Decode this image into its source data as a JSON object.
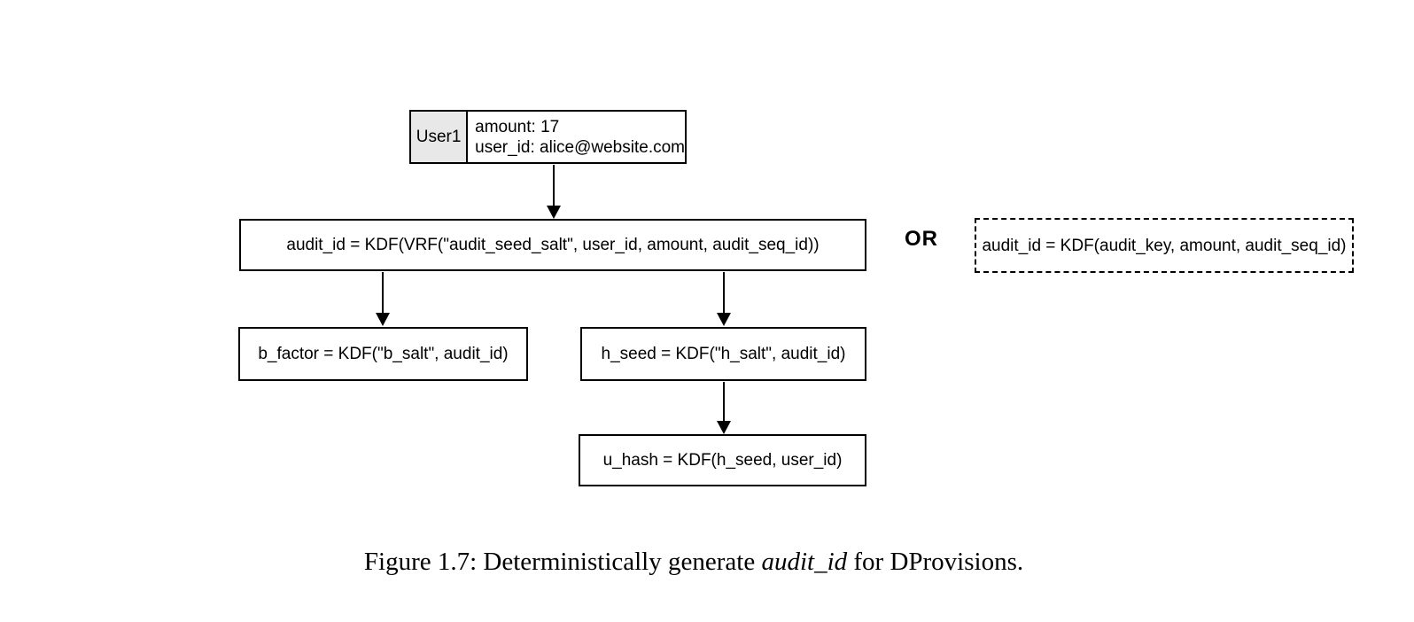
{
  "figure": {
    "user_record": {
      "label": "User1",
      "amount_line": "amount: 17",
      "user_id_line": "user_id: alice@website.com"
    },
    "audit_vrf_formula": "audit_id = KDF(VRF(\"audit_seed_salt\", user_id, amount, audit_seq_id))",
    "or_label": "OR",
    "audit_key_formula": "audit_id = KDF(audit_key, amount, audit_seq_id)",
    "b_factor_formula": "b_factor = KDF(\"b_salt\", audit_id)",
    "h_seed_formula": "h_seed = KDF(\"h_salt\", audit_id)",
    "u_hash_formula": "u_hash = KDF(h_seed, user_id)"
  },
  "caption": {
    "prefix": "Figure 1.7: Deterministically generate ",
    "term": "audit_id",
    "suffix": " for DProvisions."
  },
  "colors": {
    "border": "#000000",
    "user_cell_fill": "#e8e8e8",
    "background": "#ffffff",
    "text": "#000000"
  }
}
